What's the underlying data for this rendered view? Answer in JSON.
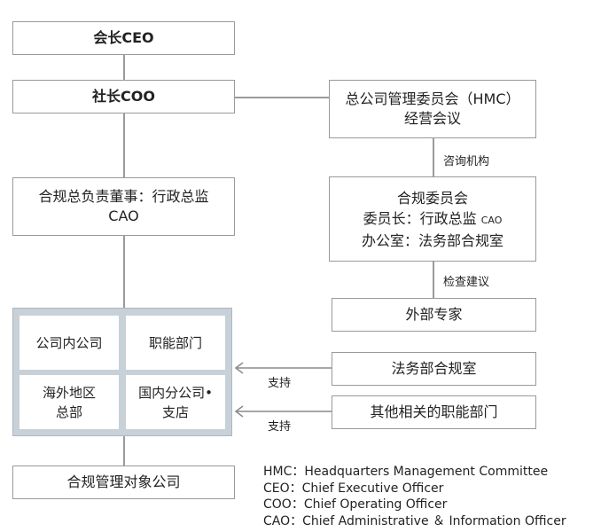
{
  "nodes": {
    "ceo": "会长CEO",
    "coo": "社长COO",
    "cao_line1": "合规总负责董事：行政总监",
    "cao_line2": "CAO",
    "hmc_line1": "总公司管理委员会（HMC）",
    "hmc_line2": "经营会议",
    "committee_line1": "合规委员会",
    "committee_line2_main": "委员长：行政总监",
    "committee_line2_small": "CAO",
    "committee_line3": "办公室：法务部合规室",
    "external_experts": "外部专家",
    "legal_compliance": "法务部合规室",
    "other_departments": "其他相关的职能部门",
    "target_companies": "合规管理对象公司"
  },
  "group_cells": {
    "in_company": "公司内公司",
    "functional_depts": "职能部门",
    "overseas_line1": "海外地区",
    "overseas_line2": "总部",
    "domestic_line1": "国内分公司•",
    "domestic_line2": "支店"
  },
  "edge_labels": {
    "advisory": "咨询机构",
    "review": "检查建议",
    "support_1": "支持",
    "support_2": "支持"
  },
  "legend": [
    "HMC：Headquarters Management Committee",
    "CEO：Chief Executive Officer",
    "COO：Chief Operating Officer",
    "CAO：Chief Administrative ＆ Information Officer"
  ]
}
